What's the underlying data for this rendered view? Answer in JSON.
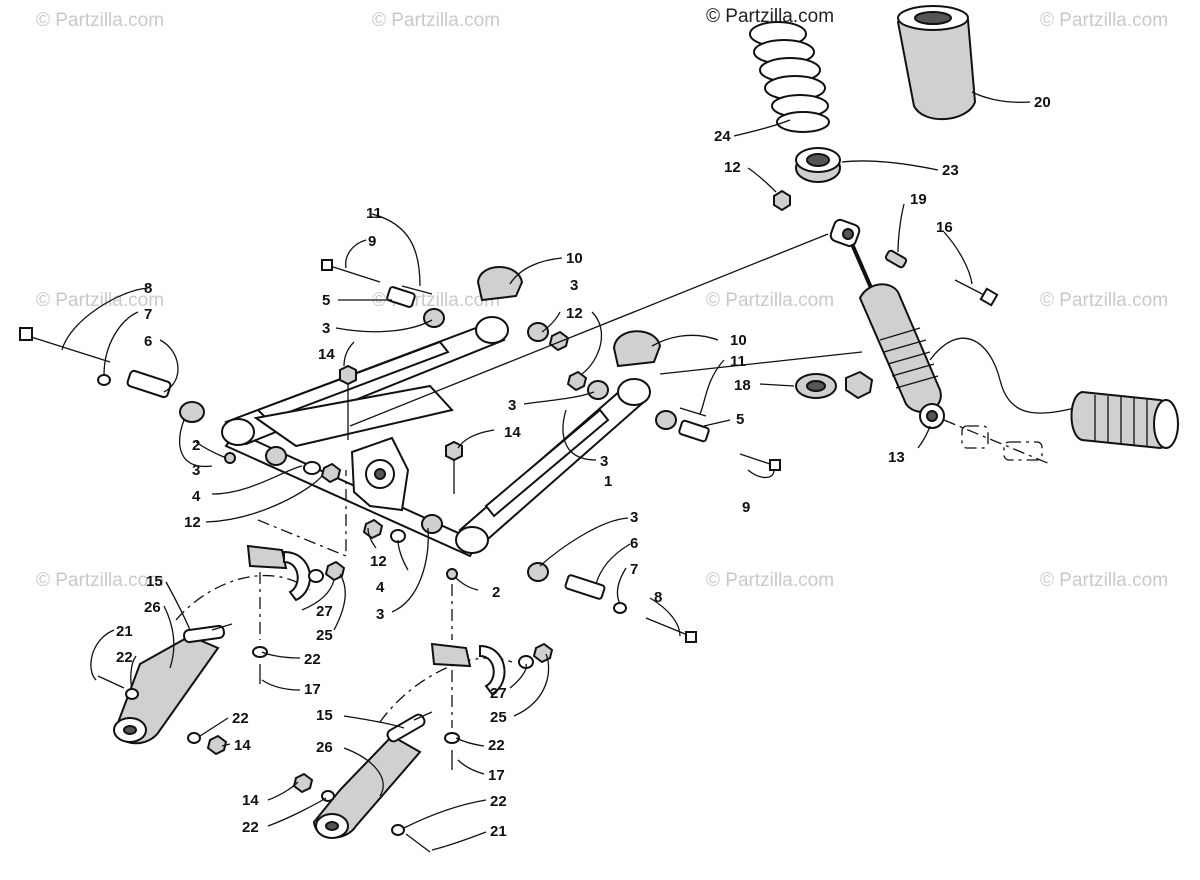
{
  "watermarks": [
    "© Partzilla.com",
    "© Partzilla.com",
    "© Partzilla.com",
    "© Partzilla.com",
    "© Partzilla.com",
    "© Partzilla.com",
    "© Partzilla.com",
    "© Partzilla.com",
    "© Partzilla.com",
    "© Partzilla.com",
    "© Partzilla.com"
  ],
  "callouts": {
    "c1": "1",
    "c2a": "2",
    "c2b": "2",
    "c3a": "3",
    "c3b": "3",
    "c3c": "3",
    "c3d": "3",
    "c3e": "3",
    "c3f": "3",
    "c3g": "3",
    "c4a": "4",
    "c4b": "4",
    "c5a": "5",
    "c5b": "5",
    "c6a": "6",
    "c6b": "6",
    "c7a": "7",
    "c7b": "7",
    "c8a": "8",
    "c8b": "8",
    "c9a": "9",
    "c9b": "9",
    "c10a": "10",
    "c10b": "10",
    "c11a": "11",
    "c11b": "11",
    "c12a": "12",
    "c12b": "12",
    "c12c": "12",
    "c12d": "12",
    "c13": "13",
    "c14a": "14",
    "c14b": "14",
    "c14c": "14",
    "c14d": "14",
    "c15a": "15",
    "c15b": "15",
    "c16": "16",
    "c17a": "17",
    "c17b": "17",
    "c18": "18",
    "c19": "19",
    "c20": "20",
    "c21a": "21",
    "c21b": "21",
    "c22a": "22",
    "c22b": "22",
    "c22c": "22",
    "c22d": "22",
    "c22e": "22",
    "c22f": "22",
    "c23": "23",
    "c24": "24",
    "c25a": "25",
    "c25b": "25",
    "c26a": "26",
    "c26b": "26",
    "c27a": "27",
    "c27b": "27"
  }
}
